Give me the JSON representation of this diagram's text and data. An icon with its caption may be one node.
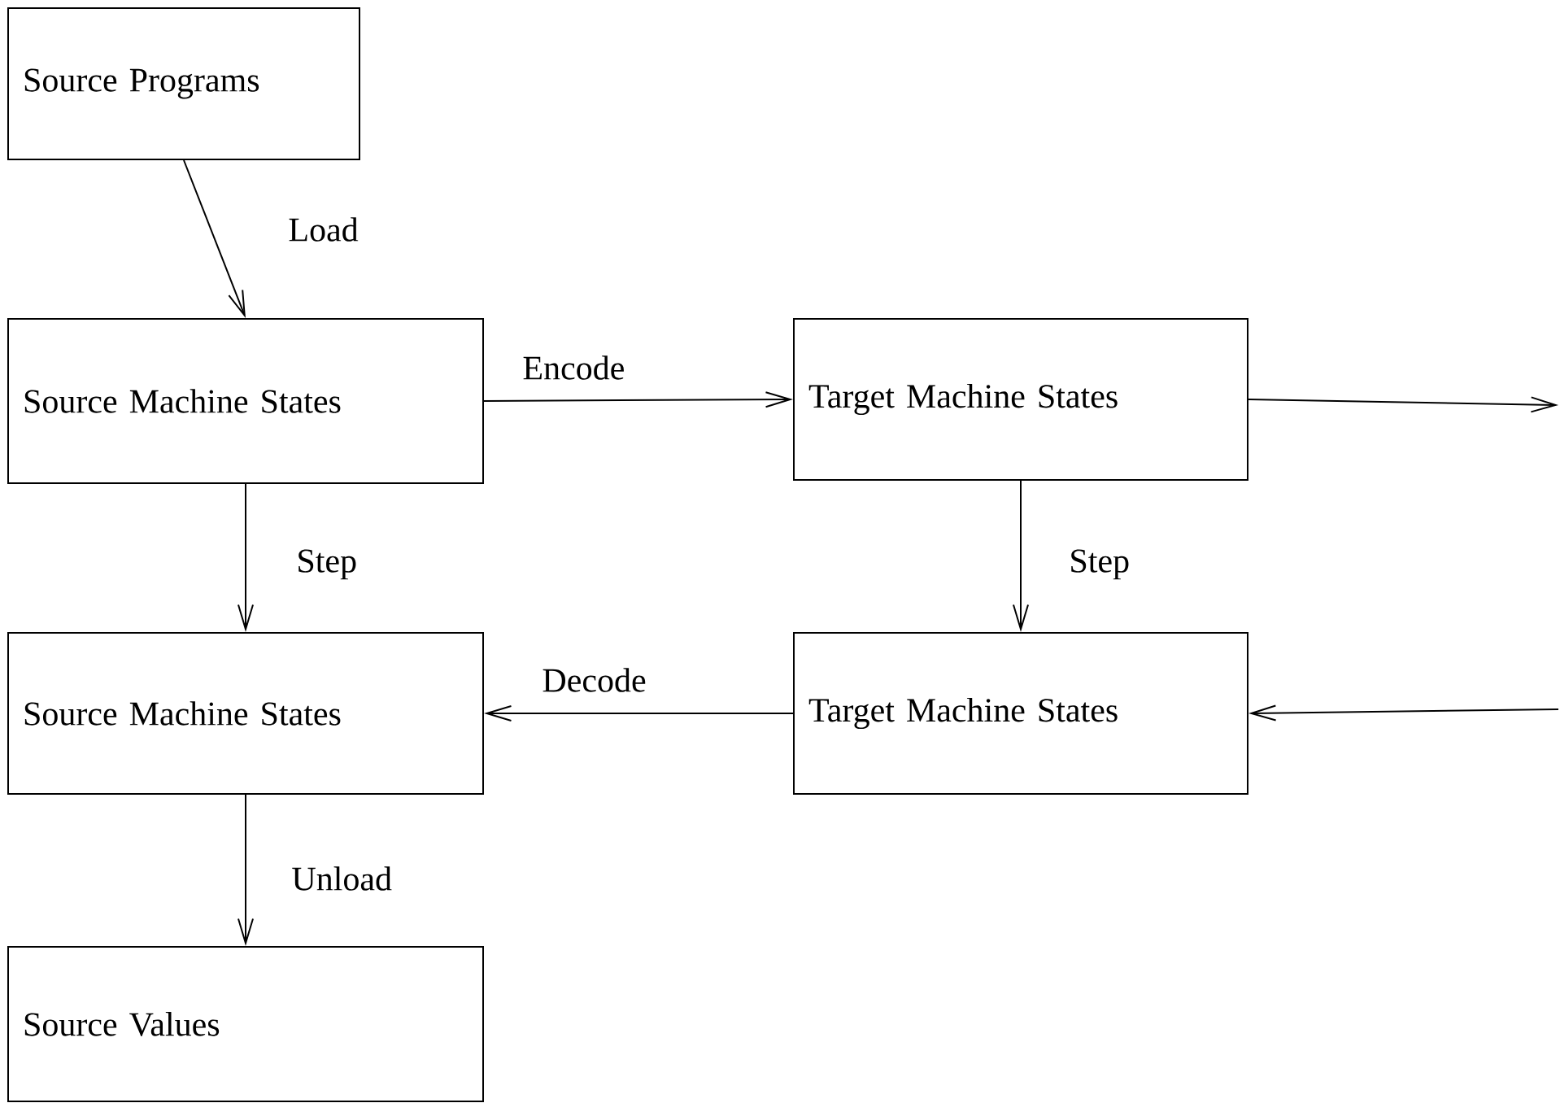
{
  "diagram": {
    "nodes": [
      {
        "text": [
          "Source Programs"
        ]
      },
      {
        "text": [
          "Source Machine States"
        ]
      },
      {
        "text": [
          "Target Machine States"
        ]
      },
      {
        "text": [
          "Source Machine States"
        ]
      },
      {
        "text": [
          "Target Machine States"
        ]
      },
      {
        "text": [
          "Source Values"
        ]
      }
    ],
    "edges": [
      {
        "from": 0,
        "to": 1,
        "arrow": "to",
        "label": "Load"
      },
      {
        "from": 1,
        "to": 2,
        "arrow": "to",
        "label": "Encode"
      },
      {
        "from": 2,
        "to": null,
        "arrow": "to"
      },
      {
        "from": 1,
        "to": 3,
        "arrow": "to",
        "label": "Step"
      },
      {
        "from": 2,
        "to": 4,
        "arrow": "to",
        "label": "Step"
      },
      {
        "from": 4,
        "to": 3,
        "arrow": "to",
        "label": "Decode"
      },
      {
        "from": null,
        "to": 4,
        "arrow": "to"
      },
      {
        "from": 3,
        "to": 5,
        "arrow": "to",
        "label": "Unload"
      }
    ]
  }
}
